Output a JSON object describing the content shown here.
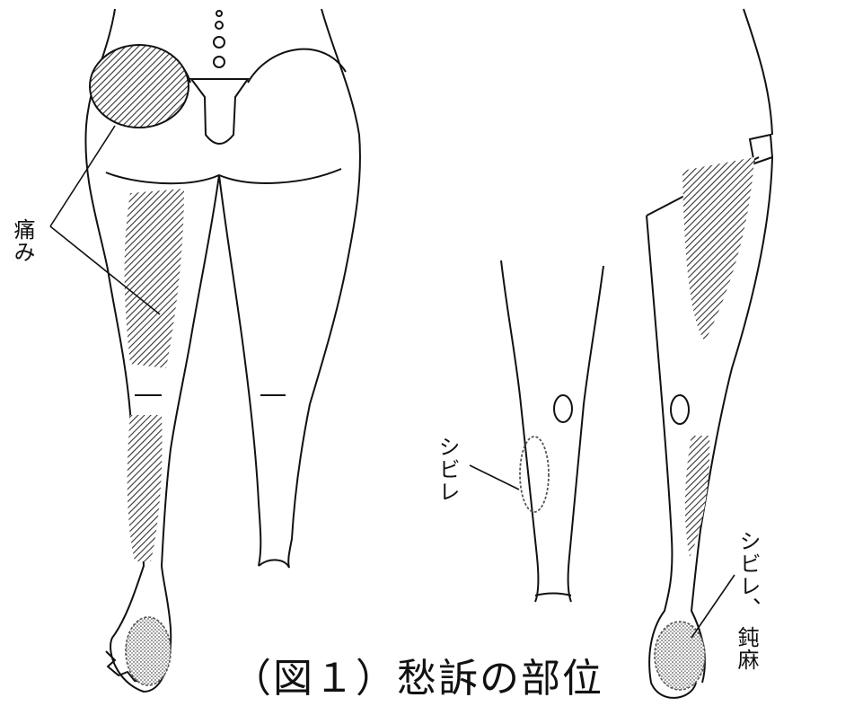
{
  "labels": {
    "pain": "痛み",
    "numbness_middle": "シビレ",
    "numbness_right": "シビレ、",
    "dull": "鈍麻"
  },
  "caption": "（図１）愁訴の部位",
  "colors": {
    "line": "#111111",
    "hatch": "#333333",
    "stipple": "#555555"
  }
}
